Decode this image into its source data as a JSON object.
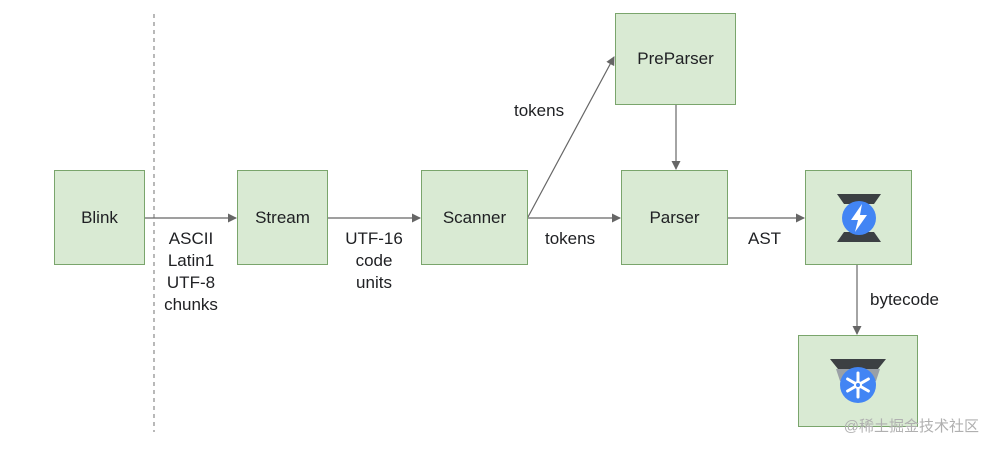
{
  "nodes": {
    "blink": "Blink",
    "stream": "Stream",
    "scanner": "Scanner",
    "preparser": "PreParser",
    "parser": "Parser"
  },
  "icons": {
    "ignition": "ignition-lightning-icon",
    "turbofan": "turbofan-snowflake-icon"
  },
  "edges": {
    "blink_stream": [
      "ASCII",
      "Latin1",
      "UTF-8",
      "chunks"
    ],
    "stream_scanner": [
      "UTF-16",
      "code",
      "units"
    ],
    "scanner_preparser": "tokens",
    "scanner_parser": "tokens",
    "parser_interpreter": "AST",
    "interpreter_compiler": "bytecode"
  },
  "colors": {
    "box_fill": "#d9ead3",
    "box_border": "#7aa56c",
    "icon_blue": "#4285f4",
    "icon_dark": "#3c4043"
  },
  "watermark": "@稀土掘金技术社区"
}
